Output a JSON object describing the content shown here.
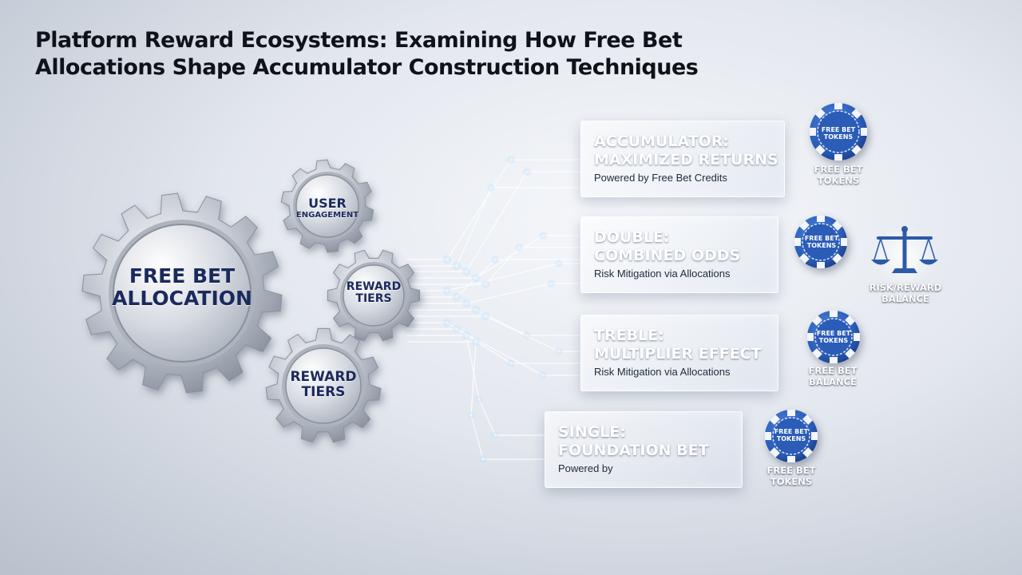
{
  "title": {
    "line1": "Platform Reward Ecosystems: Examining How Free Bet",
    "line2": "Allocations Shape Accumulator Construction Techniques"
  },
  "gears": {
    "main": {
      "line1": "FREE BET",
      "line2": "ALLOCATION"
    },
    "engagement": {
      "line1": "USER",
      "line2": "ENGAGEMENT"
    },
    "tiers_small": {
      "line1": "REWARD",
      "line2": "TIERS"
    },
    "tiers_bottom": {
      "line1": "REWARD",
      "line2": "TIERS"
    }
  },
  "cards": [
    {
      "line1": "ACCUMULATOR:",
      "line2": "MAXIMIZED RETURNS",
      "sub": "Powered by Free Bet Credits"
    },
    {
      "line1": "DOUBLE:",
      "line2": "COMBINED ODDS",
      "sub": "Risk Mitigation via Allocations"
    },
    {
      "line1": "TREBLE:",
      "line2": "MULTIPLIER EFFECT",
      "sub": "Risk Mitigation via Allocations"
    },
    {
      "line1": "SINGLE:",
      "line2": "FOUNDATION BET",
      "sub": "Powered by"
    }
  ],
  "chips": [
    {
      "face1": "FREE BET",
      "face2": "TOKENS",
      "label1": "FREE BET",
      "label2": "TOKENS"
    },
    {
      "face1": "FREE BET",
      "face2": "TOKENS",
      "label1": "",
      "label2": ""
    },
    {
      "face1": "FREE BET",
      "face2": "TOKENS",
      "label1": "FREE BET",
      "label2": "BALANCE"
    },
    {
      "face1": "FREE BET",
      "face2": "TOKENS",
      "label1": "FREE BET",
      "label2": "TOKENS"
    }
  ],
  "scale": {
    "icon": "balance-scale-icon",
    "label1": "RISK/REWARD",
    "label2": "BALANCE"
  },
  "colors": {
    "chip_blue": "#2a5cb8",
    "gear_text": "#1b2a5c",
    "circuit": "#ffffff"
  }
}
